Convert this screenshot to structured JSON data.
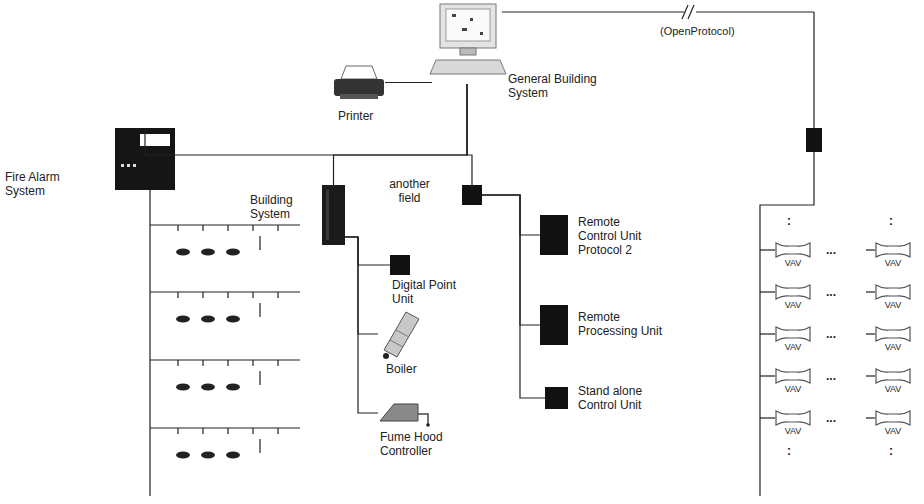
{
  "diagram": {
    "nodes": [
      {
        "text": [
          "General Building System"
        ]
      },
      {
        "text": [
          "Printer"
        ]
      },
      {
        "text": [
          "Fire Alarm System"
        ]
      },
      {
        "text": [
          "Building System"
        ]
      },
      {
        "text": [
          "another field"
        ]
      },
      {
        "text": [
          "Digital Point Unit"
        ]
      },
      {
        "text": [
          "Boiler"
        ]
      },
      {
        "text": [
          "Fume Hood Controller"
        ]
      },
      {
        "text": [
          "Remote Control Unit Protocol 2"
        ]
      },
      {
        "text": [
          "Remote Processing Unit"
        ]
      },
      {
        "text": [
          "Stand alone Control Unit"
        ]
      },
      {
        "text": [
          "VAV"
        ]
      },
      {
        "text": [
          "VAV"
        ]
      },
      {
        "text": [
          "VAV"
        ]
      },
      {
        "text": [
          "VAV"
        ]
      },
      {
        "text": [
          "VAV"
        ]
      },
      {
        "text": [
          "VAV"
        ]
      },
      {
        "text": [
          "VAV"
        ]
      },
      {
        "text": [
          "VAV"
        ]
      },
      {
        "text": [
          "VAV"
        ]
      },
      {
        "text": [
          "VAV"
        ]
      }
    ],
    "edges": [
      {
        "from": 0,
        "to": 1,
        "arrow": "none"
      },
      {
        "from": 0,
        "to": 2,
        "arrow": "none"
      },
      {
        "from": 0,
        "to": 3,
        "arrow": "none"
      },
      {
        "from": 0,
        "to": 4,
        "arrow": "none"
      },
      {
        "from": 3,
        "to": 5,
        "arrow": "none"
      },
      {
        "from": 3,
        "to": 6,
        "arrow": "none"
      },
      {
        "from": 3,
        "to": 7,
        "arrow": "none"
      },
      {
        "from": 4,
        "to": 8,
        "arrow": "none"
      },
      {
        "from": 4,
        "to": 9,
        "arrow": "none"
      },
      {
        "from": 4,
        "to": 10,
        "arrow": "none"
      }
    ],
    "labels": [
      "(OpenProtocol)",
      ":",
      ":",
      "...",
      "...",
      "...",
      "...",
      "...",
      ":",
      ":"
    ]
  }
}
